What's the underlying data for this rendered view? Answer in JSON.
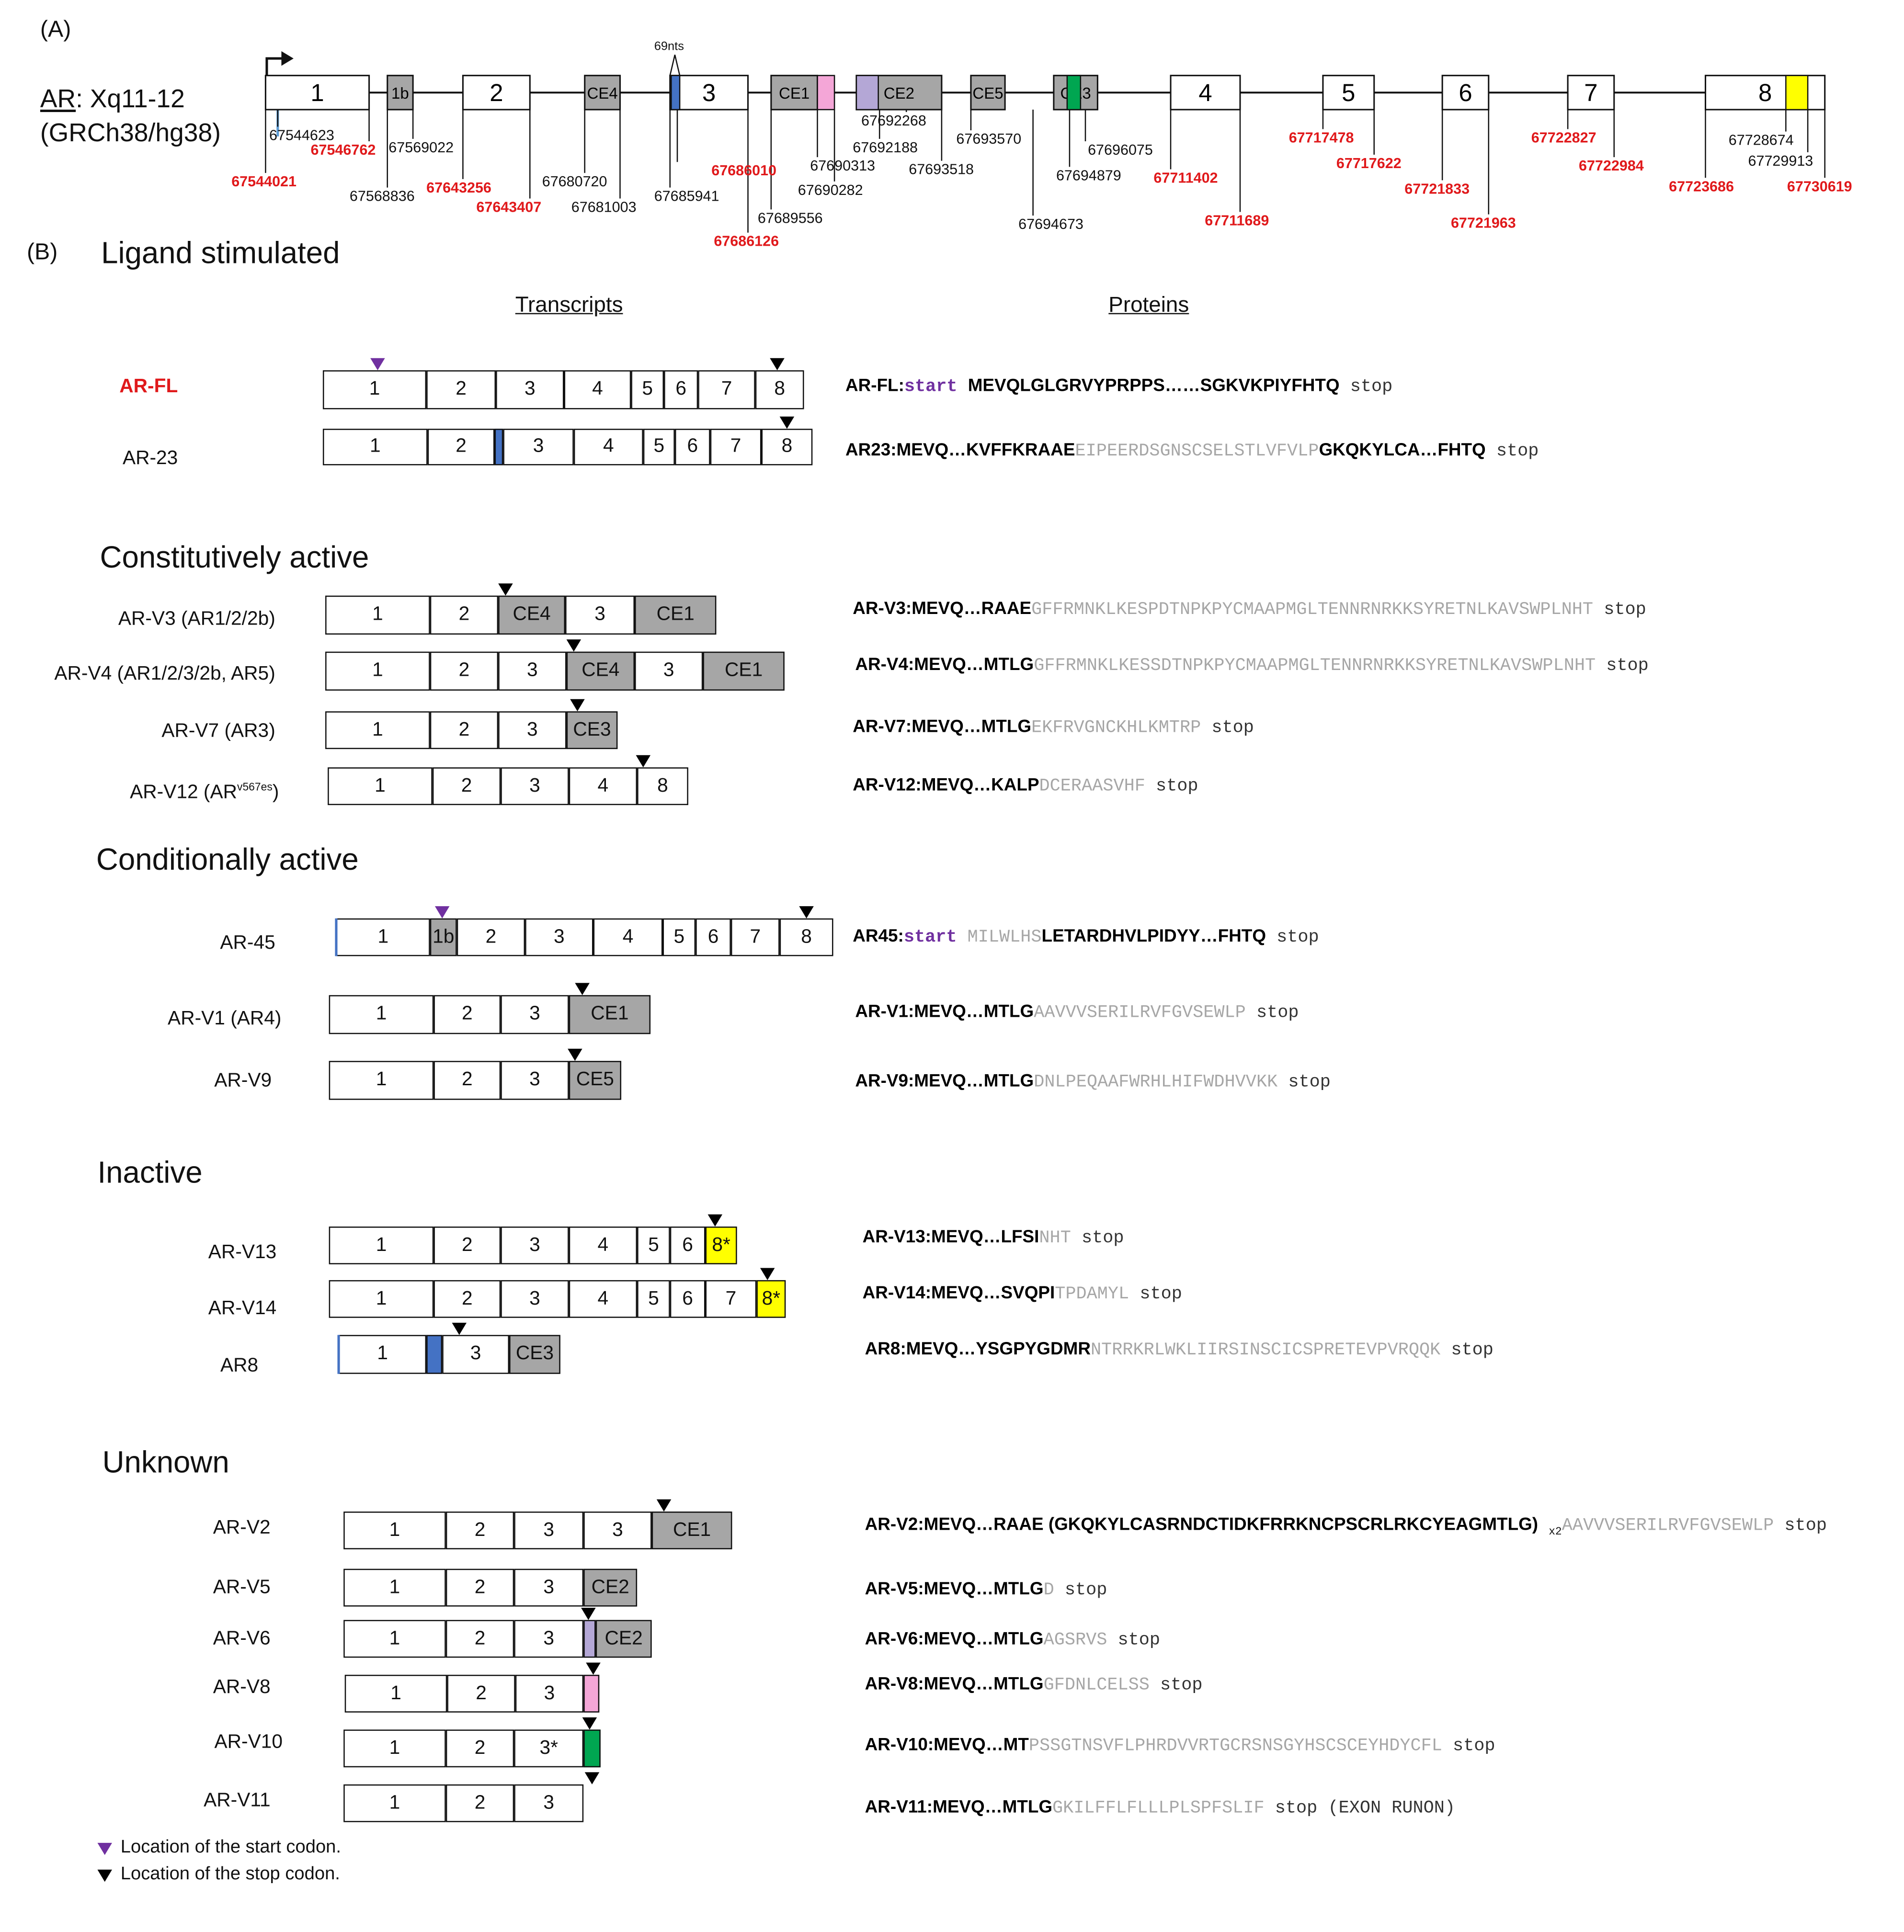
{
  "panel_a": {
    "label": "(A)",
    "gene": "AR",
    "locus": ": Xq11-12",
    "assembly": "(GRCh38/hg38)",
    "nts_label": "69nts",
    "exons": [
      {
        "label": "1",
        "color": "#ffffff"
      },
      {
        "label": "1b",
        "color": "#a6a6a6"
      },
      {
        "label": "2",
        "color": "#ffffff"
      },
      {
        "label": "CE4",
        "color": "#a6a6a6"
      },
      {
        "label": "3",
        "color": "#ffffff"
      },
      {
        "label": "CE1",
        "color": "#a6a6a6"
      },
      {
        "label": "CE2",
        "color": "#a6a6a6"
      },
      {
        "label": "CE5",
        "color": "#a6a6a6"
      },
      {
        "label": "CE3",
        "color": "#a6a6a6"
      },
      {
        "label": "4",
        "color": "#ffffff"
      },
      {
        "label": "5",
        "color": "#ffffff"
      },
      {
        "label": "6",
        "color": "#ffffff"
      },
      {
        "label": "7",
        "color": "#ffffff"
      },
      {
        "label": "8",
        "color": "#ffffff"
      }
    ],
    "coordinates": [
      {
        "text": "67544021",
        "red": true
      },
      {
        "text": "67544623",
        "red": false
      },
      {
        "text": "67546762",
        "red": true
      },
      {
        "text": "67568836",
        "red": false
      },
      {
        "text": "67569022",
        "red": false
      },
      {
        "text": "67643256",
        "red": true
      },
      {
        "text": "67643407",
        "red": true
      },
      {
        "text": "67680720",
        "red": false
      },
      {
        "text": "67681003",
        "red": false
      },
      {
        "text": "67685941",
        "red": false
      },
      {
        "text": "67686010",
        "red": true
      },
      {
        "text": "67686126",
        "red": true
      },
      {
        "text": "67689556",
        "red": false
      },
      {
        "text": "67690313",
        "red": false
      },
      {
        "text": "67690282",
        "red": false
      },
      {
        "text": "67692268",
        "red": false
      },
      {
        "text": "67692188",
        "red": false
      },
      {
        "text": "67693518",
        "red": false
      },
      {
        "text": "67693570",
        "red": false
      },
      {
        "text": "67694673",
        "red": false
      },
      {
        "text": "67694879",
        "red": false
      },
      {
        "text": "67696075",
        "red": false
      },
      {
        "text": "67711402",
        "red": true
      },
      {
        "text": "67711689",
        "red": true
      },
      {
        "text": "67717478",
        "red": true
      },
      {
        "text": "67717622",
        "red": true
      },
      {
        "text": "67721833",
        "red": true
      },
      {
        "text": "67721963",
        "red": true
      },
      {
        "text": "67722827",
        "red": true
      },
      {
        "text": "67722984",
        "red": true
      },
      {
        "text": "67723686",
        "red": true
      },
      {
        "text": "67728674",
        "red": false
      },
      {
        "text": "67729913",
        "red": false
      },
      {
        "text": "67730619",
        "red": true
      }
    ]
  },
  "panel_b": {
    "label": "(B)",
    "col_transcripts": "Transcripts",
    "col_proteins": "Proteins",
    "sections": [
      "Ligand stimulated",
      "Constitutively active",
      "Conditionally active",
      "Inactive",
      "Unknown"
    ],
    "isoforms": [
      {
        "name": "AR-FL",
        "prot_name": "AR-FL:",
        "bold": "MEVQLGLGRVYPRPPS……SGKVKPIYFHTQ",
        "start": "start",
        "stop": "stop",
        "red_name": true
      },
      {
        "name": "AR-23",
        "prot_name": "AR23:",
        "bold": "MEVQ…KVFFKRAAE",
        "grey": "EIPEERDSGNSCSELSTLVFVLP",
        "bold2": "GKQKYLCA…FHTQ",
        "stop": "stop"
      },
      {
        "name": "AR-V3 (AR1/2/2b)",
        "prot_name": "AR-V3:",
        "bold": "MEVQ…RAAE",
        "grey": "GFFRMNKLKESPDTNPKPYCMAAPMGLTENNRNRKKSYRETNLKAVSWPLNHT",
        "stop": "stop"
      },
      {
        "name": "AR-V4 (AR1/2/3/2b, AR5)",
        "prot_name": "AR-V4:",
        "bold": "MEVQ…MTLG",
        "grey": "GFFRMNKLKESSDTNPKPYCMAAPMGLTENNRNRKKSYRETNLKAVSWPLNHT",
        "stop": "stop"
      },
      {
        "name": "AR-V7 (AR3)",
        "prot_name": "AR-V7:",
        "bold": "MEVQ…MTLG",
        "grey": "EKFRVGNCKHLKMTRP",
        "stop": "stop"
      },
      {
        "name": "AR-V12 (AR",
        "sup": "v567es",
        "name_end": ")",
        "prot_name": "AR-V12:",
        "bold": "MEVQ…KALP",
        "grey": "DCERAASVHF",
        "stop": "stop"
      },
      {
        "name": "AR-45",
        "prot_name": "AR45:",
        "start": "start",
        "grey": "MILWLHS",
        "bold": "LETARDHVLPIDYY…FHTQ",
        "stop": "stop"
      },
      {
        "name": "AR-V1 (AR4)",
        "prot_name": "AR-V1:",
        "bold": "MEVQ…MTLG",
        "grey": "AAVVVSERILRVFGVSEWLP",
        "stop": "stop"
      },
      {
        "name": "AR-V9",
        "prot_name": "AR-V9:",
        "bold": "MEVQ…MTLG",
        "grey": "DNLPEQAAFWRHLHIFWDHVVKK",
        "stop": "stop"
      },
      {
        "name": "AR-V13",
        "prot_name": "AR-V13:",
        "bold": "MEVQ…LFSI",
        "grey": "NHT",
        "stop": "stop"
      },
      {
        "name": "AR-V14",
        "prot_name": "AR-V14:",
        "bold": "MEVQ…SVQPI",
        "grey": "TPDAMYL",
        "stop": "stop"
      },
      {
        "name": "AR8",
        "prot_name": "AR8:",
        "bold": "MEVQ…YSGPYGDMR",
        "grey": "NTRRKRLWKLIIRSINSCICSPRETEVPVRQQK",
        "stop": "stop"
      },
      {
        "name": "AR-V2",
        "prot_name": "AR-V2:",
        "bold": "MEVQ…RAAE (GKQKYLCASRNDCTIDKFRRKNCPSCRLRKCYEAGMTLG)",
        "sub": "x2",
        "grey": "AAVVVSERILRVFGVSEWLP",
        "stop": "stop"
      },
      {
        "name": "AR-V5",
        "prot_name": "AR-V5:",
        "bold": "MEVQ…MTLG",
        "grey": "D",
        "stop": "stop"
      },
      {
        "name": "AR-V6",
        "prot_name": "AR-V6:",
        "bold": "MEVQ…MTLG",
        "grey": "AGSRVS",
        "stop": "stop"
      },
      {
        "name": "AR-V8",
        "prot_name": "AR-V8:",
        "bold": "MEVQ…MTLG",
        "grey": "GFDNLCELSS",
        "stop": "stop"
      },
      {
        "name": "AR-V10",
        "prot_name": "AR-V10:",
        "bold": "MEVQ…MT",
        "grey": "PSSGTNSVFLPHRDVVRTGCRSNSGYHSCSCEYHDYCFL",
        "stop": "stop"
      },
      {
        "name": "AR-V11",
        "prot_name": "AR-V11:",
        "bold": "MEVQ…MTLG",
        "grey": "GKILFFLFLLLPLSPFSLIF",
        "stop": "stop",
        "extra": "(EXON RUNON)"
      }
    ],
    "legend": {
      "start": "Location of the start codon.",
      "stop": "Location of the stop codon."
    }
  },
  "colors": {
    "grey_exon": "#a6a6a6",
    "blue": "#4472c4",
    "pink": "#f4a6d7",
    "lavender": "#b4a7d6",
    "green": "#00a651",
    "yellow": "#ffff00",
    "red_text": "#e0191b",
    "purple": "#7030a0"
  }
}
